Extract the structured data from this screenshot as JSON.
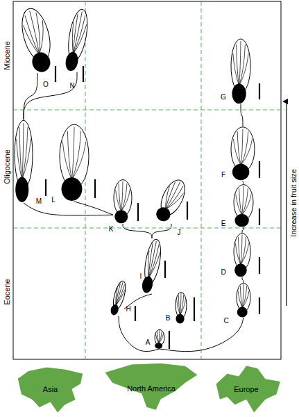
{
  "diagram": {
    "nodes": [
      {
        "text": [
          "O"
        ]
      },
      {
        "text": [
          "N"
        ]
      },
      {
        "text": [
          "G"
        ]
      },
      {
        "text": [
          "M"
        ]
      },
      {
        "text": [
          "L"
        ]
      },
      {
        "text": [
          "F"
        ]
      },
      {
        "text": [
          "K"
        ]
      },
      {
        "text": [
          "J"
        ]
      },
      {
        "text": [
          "E"
        ]
      },
      {
        "text": [
          "D"
        ]
      },
      {
        "text": [
          "I"
        ]
      },
      {
        "text": [
          "H"
        ]
      },
      {
        "text": [
          "C"
        ]
      },
      {
        "text": [
          "B"
        ]
      },
      {
        "text": [
          "A"
        ]
      },
      {
        "text": [
          "Asia"
        ]
      },
      {
        "text": [
          "North America"
        ]
      },
      {
        "text": [
          "Europe"
        ]
      }
    ],
    "edges": [
      {
        "from": 14,
        "to": 11,
        "arrow": "none"
      },
      {
        "from": 14,
        "to": 12,
        "arrow": "none"
      },
      {
        "from": 11,
        "to": 10,
        "arrow": "none"
      },
      {
        "from": 10,
        "to": 6,
        "arrow": "none"
      },
      {
        "from": 10,
        "to": 7,
        "arrow": "none"
      },
      {
        "from": 12,
        "to": 9,
        "arrow": "none"
      },
      {
        "from": 9,
        "to": 8,
        "arrow": "none"
      },
      {
        "from": 8,
        "to": 5,
        "arrow": "none"
      },
      {
        "from": 5,
        "to": 2,
        "arrow": "none"
      },
      {
        "from": 6,
        "to": 4,
        "arrow": "none"
      },
      {
        "from": 6,
        "to": 3,
        "arrow": "none"
      },
      {
        "from": 3,
        "to": 0,
        "arrow": "none"
      },
      {
        "from": 3,
        "to": 1,
        "arrow": "none"
      }
    ],
    "labels": [
      "Miocene",
      "Oligocene",
      "Eocene",
      "Increase in fruit size"
    ]
  }
}
